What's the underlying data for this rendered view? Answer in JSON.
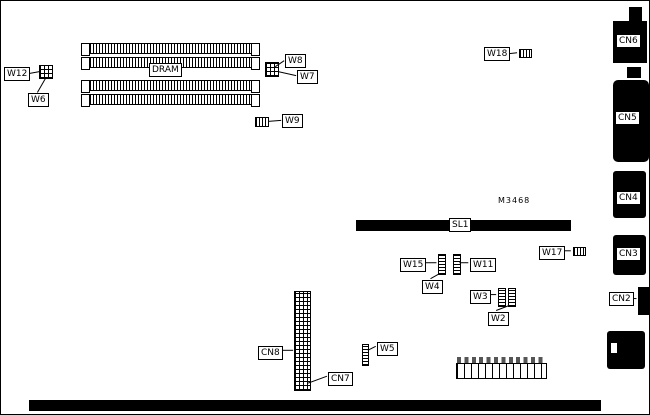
{
  "board": {
    "model_text": "M3468",
    "dram_label": "DRAM",
    "slot_label": "SL1",
    "jumpers": {
      "w2": "W2",
      "w3": "W3",
      "w4": "W4",
      "w5": "W5",
      "w6": "W6",
      "w7": "W7",
      "w8": "W8",
      "w9": "W9",
      "w11": "W11",
      "w12": "W12",
      "w15": "W15",
      "w17": "W17",
      "w18": "W18"
    },
    "connectors": {
      "cn2": "CN2",
      "cn3": "CN3",
      "cn4": "CN4",
      "cn5": "CN5",
      "cn6": "CN6",
      "cn7": "CN7",
      "cn8": "CN8"
    },
    "colors": {
      "component": "#000000",
      "background": "#ffffff"
    }
  }
}
